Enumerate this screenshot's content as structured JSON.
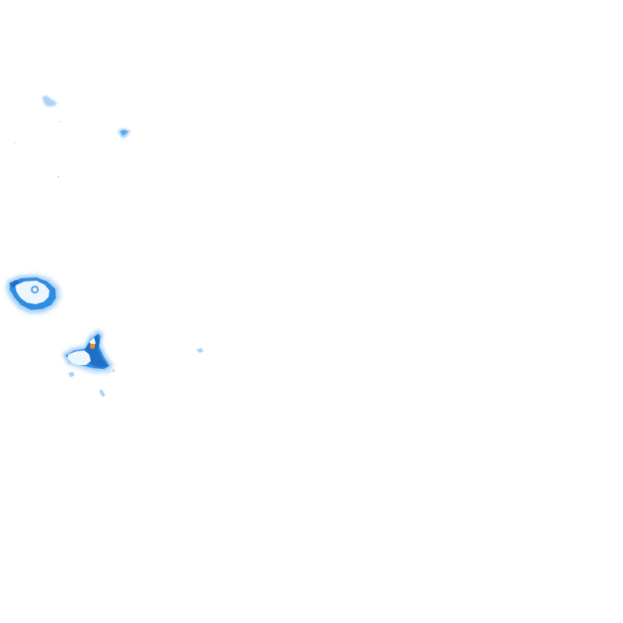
{
  "map": {
    "background_color": "#ffffff",
    "palette": {
      "outer_halo": "#cfe6fb",
      "light_blue": "#a9d3f7",
      "mid_blue": "#5aa8ec",
      "bright_blue": "#2f8ce0",
      "deep_blue": "#1f6fc4",
      "core_white": "#eef6fd",
      "hotspot_orange": "#f08a1c"
    },
    "features": [
      {
        "name": "echo-cell-north-small",
        "intensity": "light"
      },
      {
        "name": "echo-cell-north-dot",
        "intensity": "moderate"
      },
      {
        "name": "echo-cell-west-ring",
        "intensity": "moderate"
      },
      {
        "name": "echo-cell-southwest-core",
        "intensity": "heavy",
        "hotspot": true
      },
      {
        "name": "echo-cell-east-speck",
        "intensity": "light"
      }
    ]
  }
}
